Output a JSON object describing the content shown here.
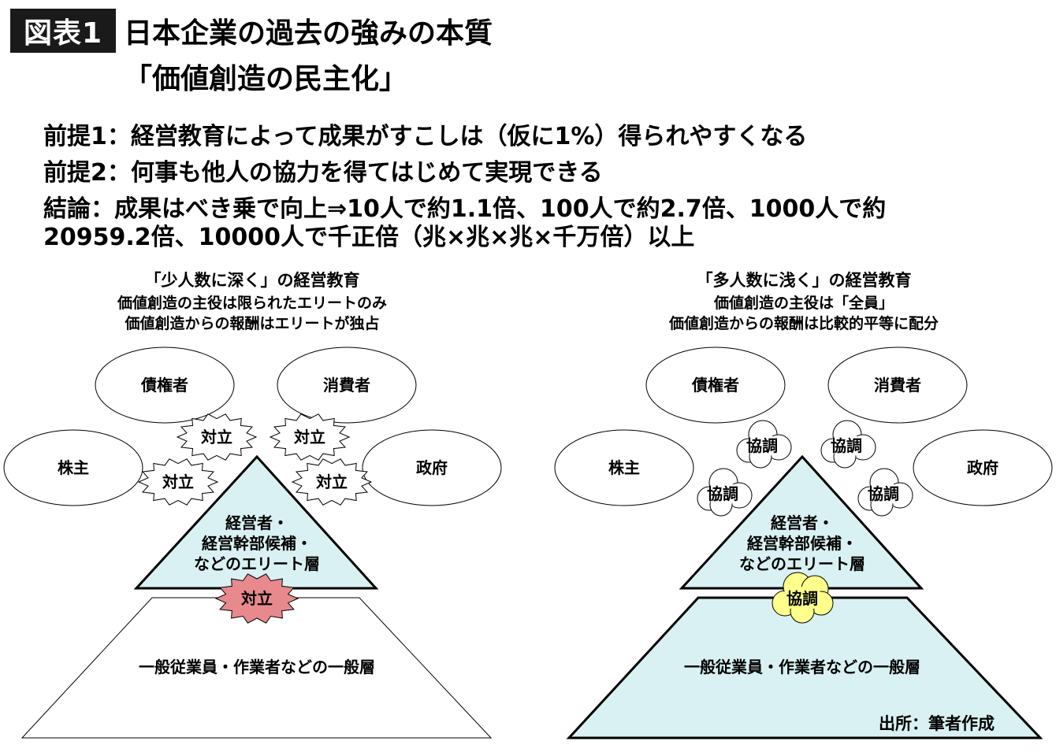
{
  "header": {
    "badge": "図表1",
    "title_line1": "日本企業の過去の強みの本質",
    "title_line2": "「価値創造の民主化」"
  },
  "premises": {
    "line1": "前提1：経営教育によって成果がすこしは（仮に1%）得られやすくなる",
    "line2": "前提2：何事も他人の協力を得てはじめて実現できる",
    "line3": "結論：成果はべき乗で向上⇒10人で約1.1倍、100人で約2.7倍、1000人で約",
    "line4": "20959.2倍、10000人で千正倍（兆×兆×兆×千万倍）以上"
  },
  "left_panel": {
    "caption1": "「少人数に深く」の経営教育",
    "caption2": "価値創造の主役は限られたエリートのみ",
    "caption3": "価値創造からの報酬はエリートが独占",
    "stakeholders": {
      "creditor": "債権者",
      "consumer": "消費者",
      "shareholder": "株主",
      "government": "政府"
    },
    "relation": "対立",
    "elite_line1": "経営者・",
    "elite_line2": "経営幹部候補・",
    "elite_line3": "などのエリート層",
    "general": "一般従業員・作業者などの一般層",
    "colors": {
      "pyramid_top": "#d9f1f3",
      "conflict_burst": "#e8898d",
      "outline": "#000000"
    }
  },
  "right_panel": {
    "caption1": "「多人数に浅く」の経営教育",
    "caption2": "価値創造の主役は「全員」",
    "caption3": "価値創造からの報酬は比較的平等に配分",
    "stakeholders": {
      "creditor": "債権者",
      "consumer": "消費者",
      "shareholder": "株主",
      "government": "政府"
    },
    "relation": "協調",
    "elite_line1": "経営者・",
    "elite_line2": "経営幹部候補・",
    "elite_line3": "などのエリート層",
    "general": "一般従業員・作業者などの一般層",
    "colors": {
      "pyramid": "#d9f1f3",
      "cooperation_cloud": "#ffff8c",
      "outline": "#000000"
    }
  },
  "source": "出所：筆者作成"
}
